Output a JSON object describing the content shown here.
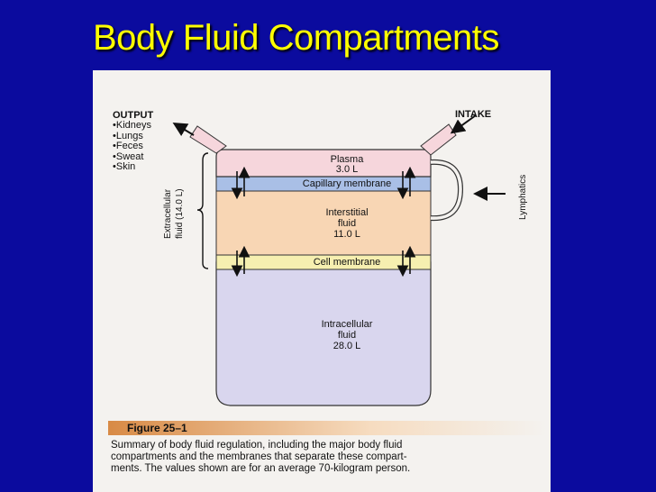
{
  "slide": {
    "title": "Body Fluid Compartments"
  },
  "figure": {
    "output_title": "OUTPUT",
    "output_items": [
      "Kidneys",
      "Lungs",
      "Feces",
      "Sweat",
      "Skin"
    ],
    "intake": "INTAKE",
    "lymphatics": "Lymphatics",
    "extracellular_line1": "Extracellular",
    "extracellular_line2": "fluid (14.0 L)",
    "plasma": {
      "name": "Plasma",
      "volume": "3.0 L"
    },
    "capillary_membrane": "Capillary membrane",
    "interstitial": {
      "line1": "Interstitial",
      "line2": "fluid",
      "volume": "11.0 L"
    },
    "cell_membrane": "Cell membrane",
    "intracellular": {
      "line1": "Intracellular",
      "line2": "fluid",
      "volume": "28.0 L"
    },
    "figure_label": "Figure 25–1",
    "caption_line1": "Summary of body fluid regulation, including the major body fluid",
    "caption_line2": "compartments and the membranes that separate these compart-",
    "caption_line3": "ments. The values shown are for an average 70-kilogram person."
  },
  "colors": {
    "background": "#0b0b9e",
    "title": "#ffff00",
    "plasma": "#f6d6dc",
    "capillary": "#a9bfe6",
    "interstitial": "#f8d6b4",
    "cell_membrane": "#f6efb0",
    "intracellular": "#d9d6ee"
  }
}
